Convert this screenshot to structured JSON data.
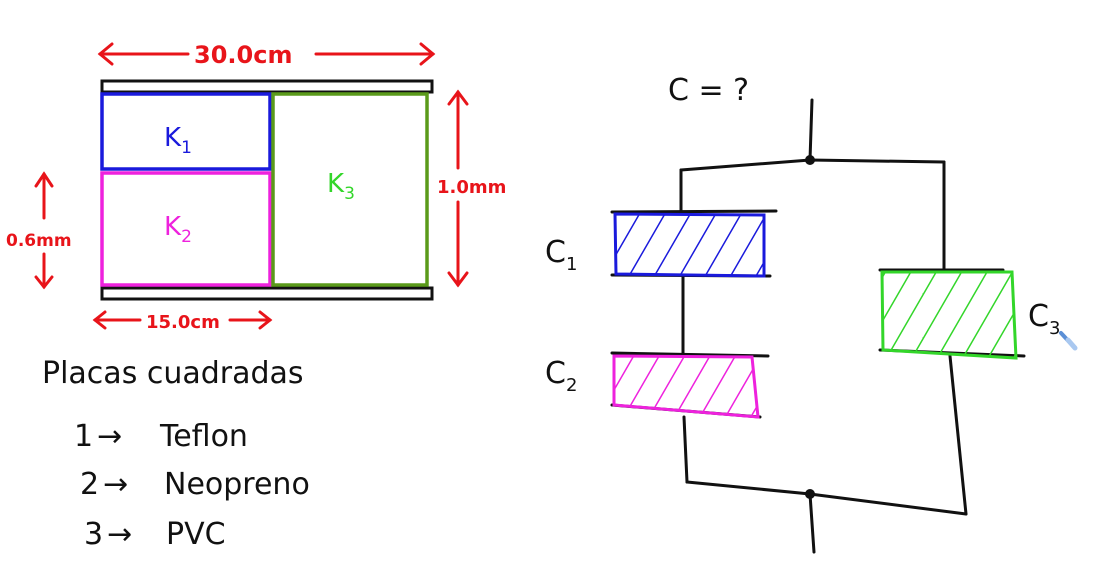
{
  "diagram": {
    "dimensions": {
      "width_total": "30.0cm",
      "width_half": "15.0cm",
      "sep_total": "1.0mm",
      "sep_partial": "0.6mm"
    },
    "dielectrics": {
      "k1": {
        "label": "K",
        "sub": "1"
      },
      "k2": {
        "label": "K",
        "sub": "2"
      },
      "k3": {
        "label": "K",
        "sub": "3"
      }
    },
    "notes": {
      "title": "Placas cuadradas",
      "items": [
        {
          "num": "1",
          "arrow": "→",
          "material": "Teflon"
        },
        {
          "num": "2",
          "arrow": "→",
          "material": "Neopreno"
        },
        {
          "num": "3",
          "arrow": "→",
          "material": "PVC"
        }
      ]
    },
    "circuit": {
      "question": "C = ?",
      "c1": {
        "label": "C",
        "sub": "1"
      },
      "c2": {
        "label": "C",
        "sub": "2"
      },
      "c3": {
        "label": "C",
        "sub": "3"
      }
    },
    "colors": {
      "red": "#e8141a",
      "blue": "#1a1adc",
      "magenta": "#ee22dd",
      "green_box": "#5a9a1a",
      "green_text": "#33d62a",
      "ink": "#111111"
    }
  }
}
